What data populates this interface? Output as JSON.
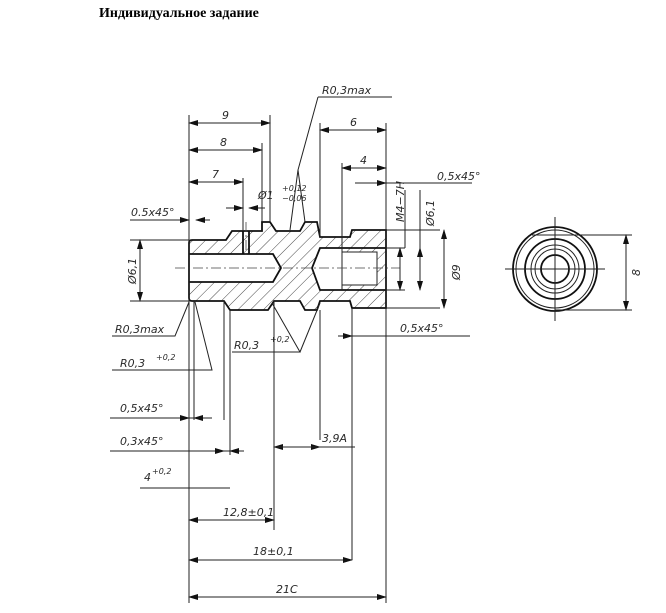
{
  "document": {
    "title": "Индивидуальное задание"
  },
  "drawing": {
    "top_dims": {
      "d9": "9",
      "d8": "8",
      "d7": "7",
      "d6": "6",
      "d4": "4",
      "r03max_top": "R0,3max",
      "phi1": "Ø1",
      "phi1_upper": "+0,12",
      "phi1_lower": "−0,06"
    },
    "right_dims": {
      "chamfer_top": "0,5x45°",
      "thread": "M4−7H",
      "phi61_right": "Ø6,1",
      "phi9": "Ø9",
      "chamfer_right": "0,5x45°"
    },
    "left_dims": {
      "chamfer_left_top": "0.5x45°",
      "phi61_left": "Ø6,1",
      "r03max_left": "R0,3max",
      "r03_left": "R0,3",
      "r03_left_tol": "+0,2",
      "r03_mid": "R0,3",
      "r03_mid_tol": "+0,2",
      "chamfer_05": "0,5x45°",
      "chamfer_03": "0,3x45°",
      "groove4": "4",
      "groove4_tol": "+0,2",
      "d39": "3,9A"
    },
    "bottom_dims": {
      "d128": "12,8±0,1",
      "d18": "18±0,1",
      "d21": "21C"
    },
    "end_view": {
      "d8": "8"
    }
  }
}
